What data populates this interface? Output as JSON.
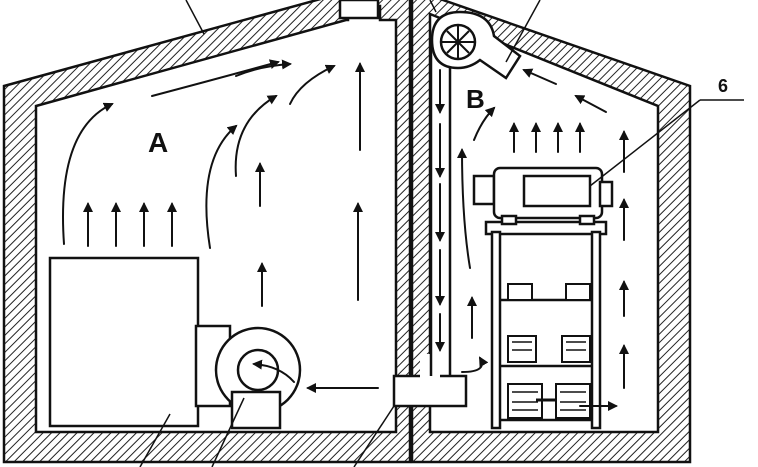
{
  "labels": {
    "room_a": "A",
    "room_b": "B",
    "callout_6": "6"
  },
  "colors": {
    "ink": "#111111",
    "wall_hatch": "#222222",
    "background": "#ffffff"
  },
  "icons": {
    "fan": "fan-icon",
    "blower": "blower-icon",
    "motor": "motor-icon"
  }
}
